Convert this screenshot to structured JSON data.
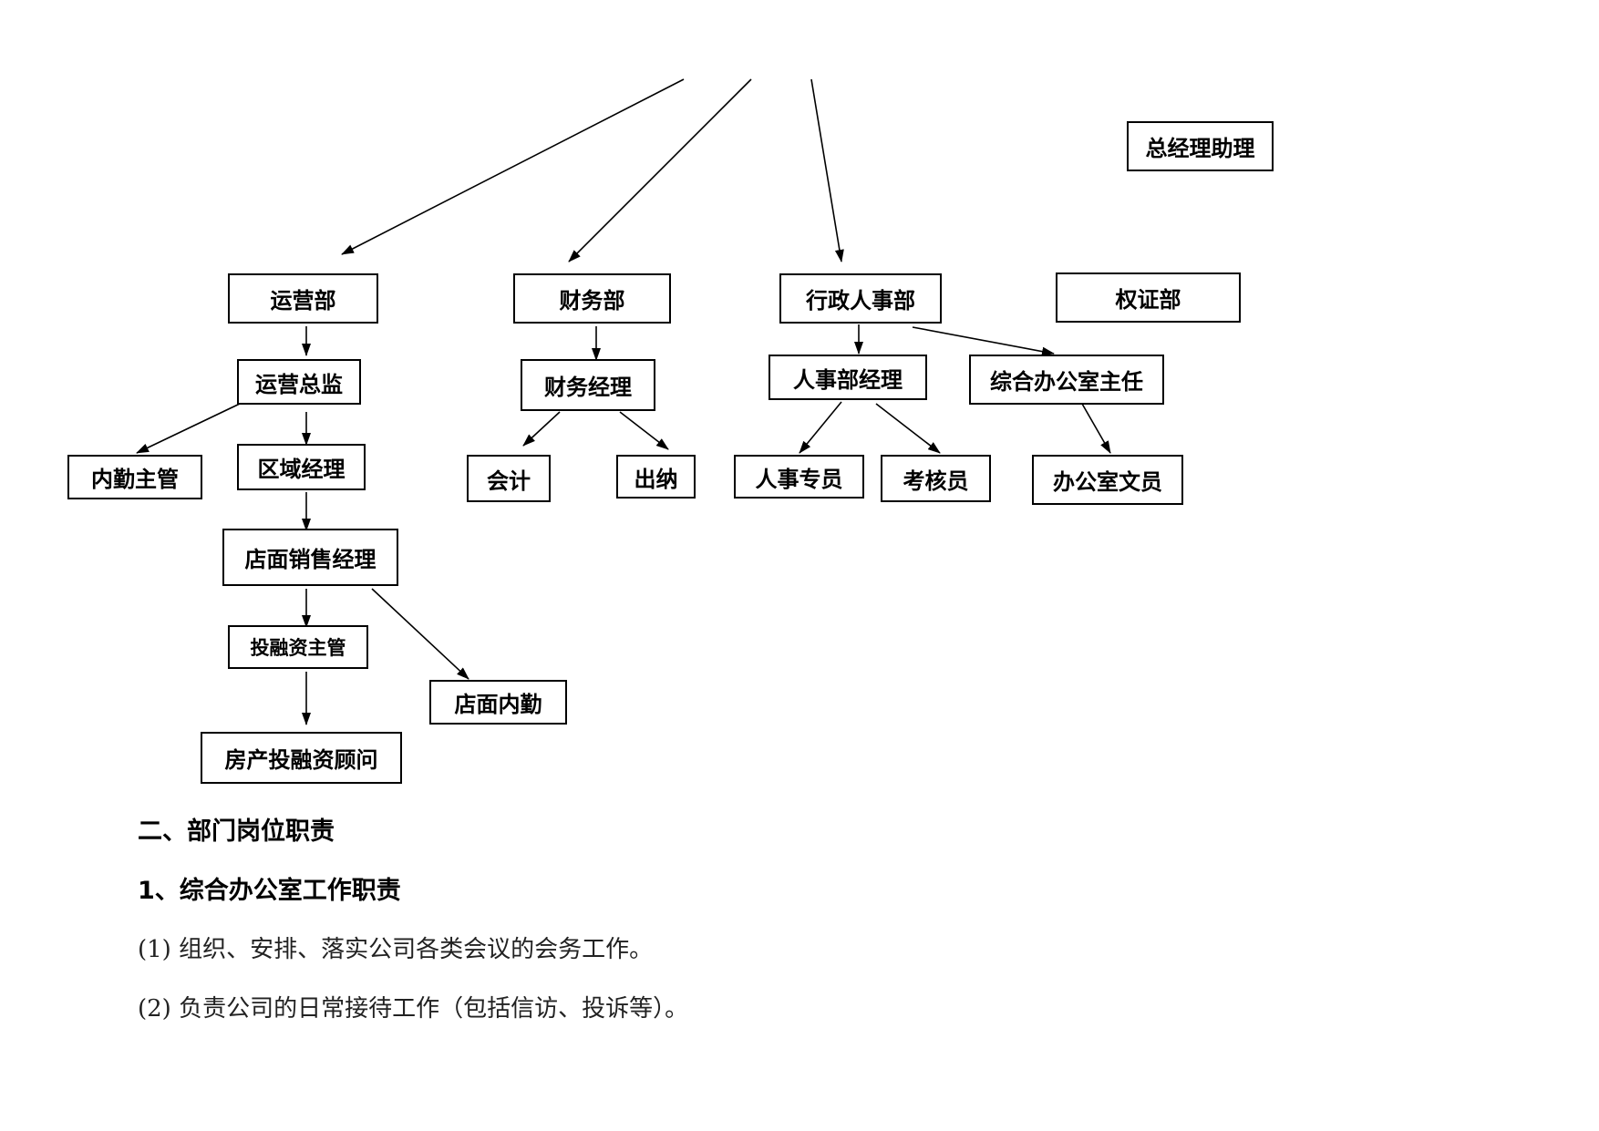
{
  "org_chart": {
    "nodes": {
      "gm_assistant": "总经理助理",
      "operations_dept": "运营部",
      "finance_dept": "财务部",
      "admin_hr_dept": "行政人事部",
      "title_cert_dept": "权证部",
      "operations_director": "运营总监",
      "finance_manager": "财务经理",
      "hr_manager": "人事部经理",
      "office_director": "综合办公室主任",
      "internal_supervisor": "内勤主管",
      "regional_manager": "区域经理",
      "accountant": "会计",
      "cashier": "出纳",
      "hr_specialist": "人事专员",
      "assessor": "考核员",
      "office_clerk": "办公室文员",
      "store_sales_manager": "店面销售经理",
      "investment_supervisor": "投融资主管",
      "store_internal": "店面内勤",
      "property_advisor": "房产投融资顾问"
    }
  },
  "section": {
    "heading": "二、部门岗位职责",
    "subheading": "1、综合办公室工作职责",
    "items": [
      "(1)  组织、安排、落实公司各类会议的会务工作。",
      "(2)  负责公司的日常接待工作（包括信访、投诉等）。"
    ]
  }
}
